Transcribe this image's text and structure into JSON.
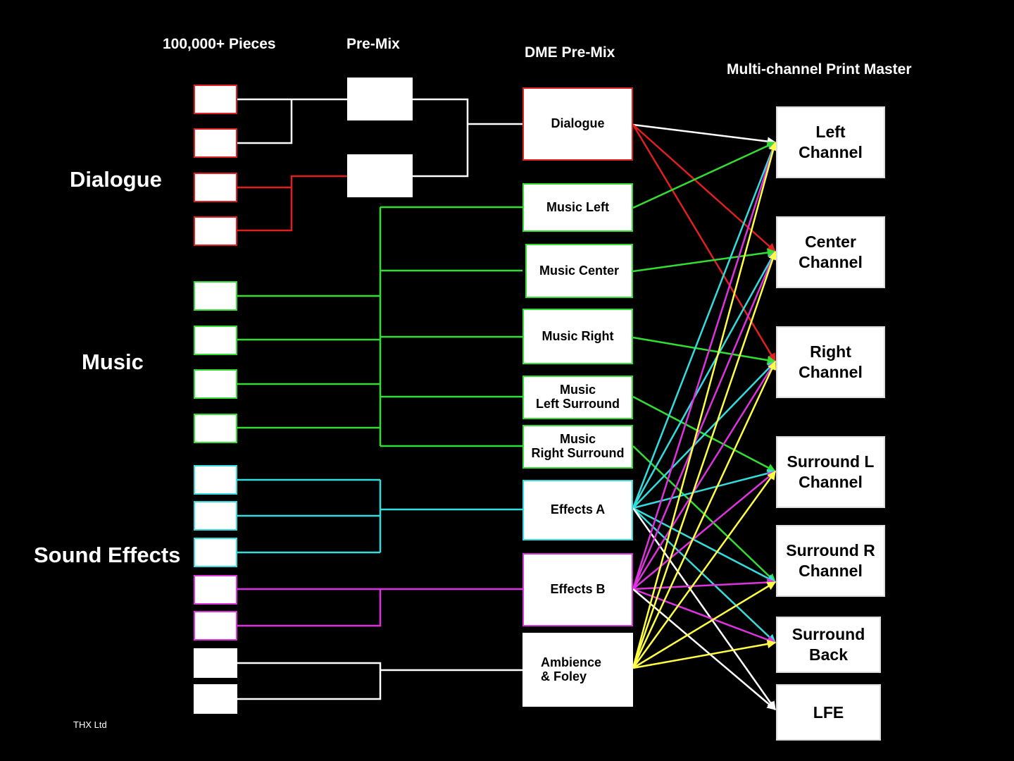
{
  "headers": {
    "pieces": "100,000+ Pieces",
    "premix": "Pre-Mix",
    "dme": "DME Pre-Mix",
    "master": "Multi-channel Print Master"
  },
  "groups": {
    "dialogue": "Dialogue",
    "music": "Music",
    "effects": "Sound Effects"
  },
  "credit": "THX Ltd",
  "colors": {
    "dialogue_a": "#ffffff",
    "dialogue_b": "#e02020",
    "music": "#33dd33",
    "effects_a": "#33dddd",
    "effects_b": "#dd33dd",
    "ambience": "#ffffff",
    "ambience_out": "#ffff44"
  },
  "pieces": [
    {
      "group": "dialogue",
      "color": "#e02020"
    },
    {
      "group": "dialogue",
      "color": "#e02020"
    },
    {
      "group": "dialogue",
      "color": "#e02020"
    },
    {
      "group": "dialogue",
      "color": "#e02020"
    },
    {
      "group": "music",
      "color": "#33dd33"
    },
    {
      "group": "music",
      "color": "#33dd33"
    },
    {
      "group": "music",
      "color": "#33dd33"
    },
    {
      "group": "music",
      "color": "#33dd33"
    },
    {
      "group": "effects_a",
      "color": "#33dddd"
    },
    {
      "group": "effects_a",
      "color": "#33dddd"
    },
    {
      "group": "effects_a",
      "color": "#33dddd"
    },
    {
      "group": "effects_b",
      "color": "#dd33dd"
    },
    {
      "group": "effects_b",
      "color": "#dd33dd"
    },
    {
      "group": "ambience",
      "color": "#ffffff"
    },
    {
      "group": "ambience",
      "color": "#ffffff"
    }
  ],
  "dme": [
    {
      "id": "dialogue",
      "label": "Dialogue",
      "border": "#e02020"
    },
    {
      "id": "music_left",
      "label": "Music Left",
      "border": "#33dd33"
    },
    {
      "id": "music_center",
      "label": "Music Center",
      "border": "#33dd33"
    },
    {
      "id": "music_right",
      "label": "Music Right",
      "border": "#33dd33"
    },
    {
      "id": "music_ls",
      "label": "Music\nLeft Surround",
      "border": "#33dd33"
    },
    {
      "id": "music_rs",
      "label": "Music\nRight Surround",
      "border": "#33dd33"
    },
    {
      "id": "effects_a",
      "label": "Effects A",
      "border": "#33dddd"
    },
    {
      "id": "effects_b",
      "label": "Effects B",
      "border": "#dd33dd"
    },
    {
      "id": "ambience",
      "label": "Ambience\n& Foley",
      "border": "#ffffff"
    }
  ],
  "outputs": [
    {
      "id": "left",
      "label": "Left\nChannel"
    },
    {
      "id": "center",
      "label": "Center\nChannel"
    },
    {
      "id": "right",
      "label": "Right\nChannel"
    },
    {
      "id": "sl",
      "label": "Surround L\nChannel"
    },
    {
      "id": "sr",
      "label": "Surround R\nChannel"
    },
    {
      "id": "sb",
      "label": "Surround\nBack"
    },
    {
      "id": "lfe",
      "label": "LFE"
    }
  ],
  "routes": [
    {
      "from": "dialogue",
      "to": "left",
      "color": "#ffffff"
    },
    {
      "from": "dialogue",
      "to": "center",
      "color": "#e02020"
    },
    {
      "from": "dialogue",
      "to": "right",
      "color": "#e02020"
    },
    {
      "from": "music_left",
      "to": "left",
      "color": "#33dd33"
    },
    {
      "from": "music_center",
      "to": "center",
      "color": "#33dd33"
    },
    {
      "from": "music_right",
      "to": "right",
      "color": "#33dd33"
    },
    {
      "from": "music_ls",
      "to": "sl",
      "color": "#33dd33"
    },
    {
      "from": "music_rs",
      "to": "sr",
      "color": "#33dd33"
    },
    {
      "from": "effects_a",
      "to": "left",
      "color": "#33dddd"
    },
    {
      "from": "effects_a",
      "to": "center",
      "color": "#33dddd"
    },
    {
      "from": "effects_a",
      "to": "right",
      "color": "#33dddd"
    },
    {
      "from": "effects_a",
      "to": "sl",
      "color": "#33dddd"
    },
    {
      "from": "effects_a",
      "to": "sr",
      "color": "#33dddd"
    },
    {
      "from": "effects_a",
      "to": "sb",
      "color": "#33dddd"
    },
    {
      "from": "effects_a",
      "to": "lfe",
      "color": "#ffffff"
    },
    {
      "from": "effects_b",
      "to": "left",
      "color": "#dd33dd"
    },
    {
      "from": "effects_b",
      "to": "center",
      "color": "#dd33dd"
    },
    {
      "from": "effects_b",
      "to": "right",
      "color": "#dd33dd"
    },
    {
      "from": "effects_b",
      "to": "sl",
      "color": "#dd33dd"
    },
    {
      "from": "effects_b",
      "to": "sr",
      "color": "#dd33dd"
    },
    {
      "from": "effects_b",
      "to": "sb",
      "color": "#dd33dd"
    },
    {
      "from": "effects_b",
      "to": "lfe",
      "color": "#ffffff"
    },
    {
      "from": "ambience",
      "to": "left",
      "color": "#ffff44"
    },
    {
      "from": "ambience",
      "to": "center",
      "color": "#ffff44"
    },
    {
      "from": "ambience",
      "to": "right",
      "color": "#ffff44"
    },
    {
      "from": "ambience",
      "to": "sl",
      "color": "#ffff44"
    },
    {
      "from": "ambience",
      "to": "sr",
      "color": "#ffff44"
    },
    {
      "from": "ambience",
      "to": "sb",
      "color": "#ffff44"
    }
  ]
}
